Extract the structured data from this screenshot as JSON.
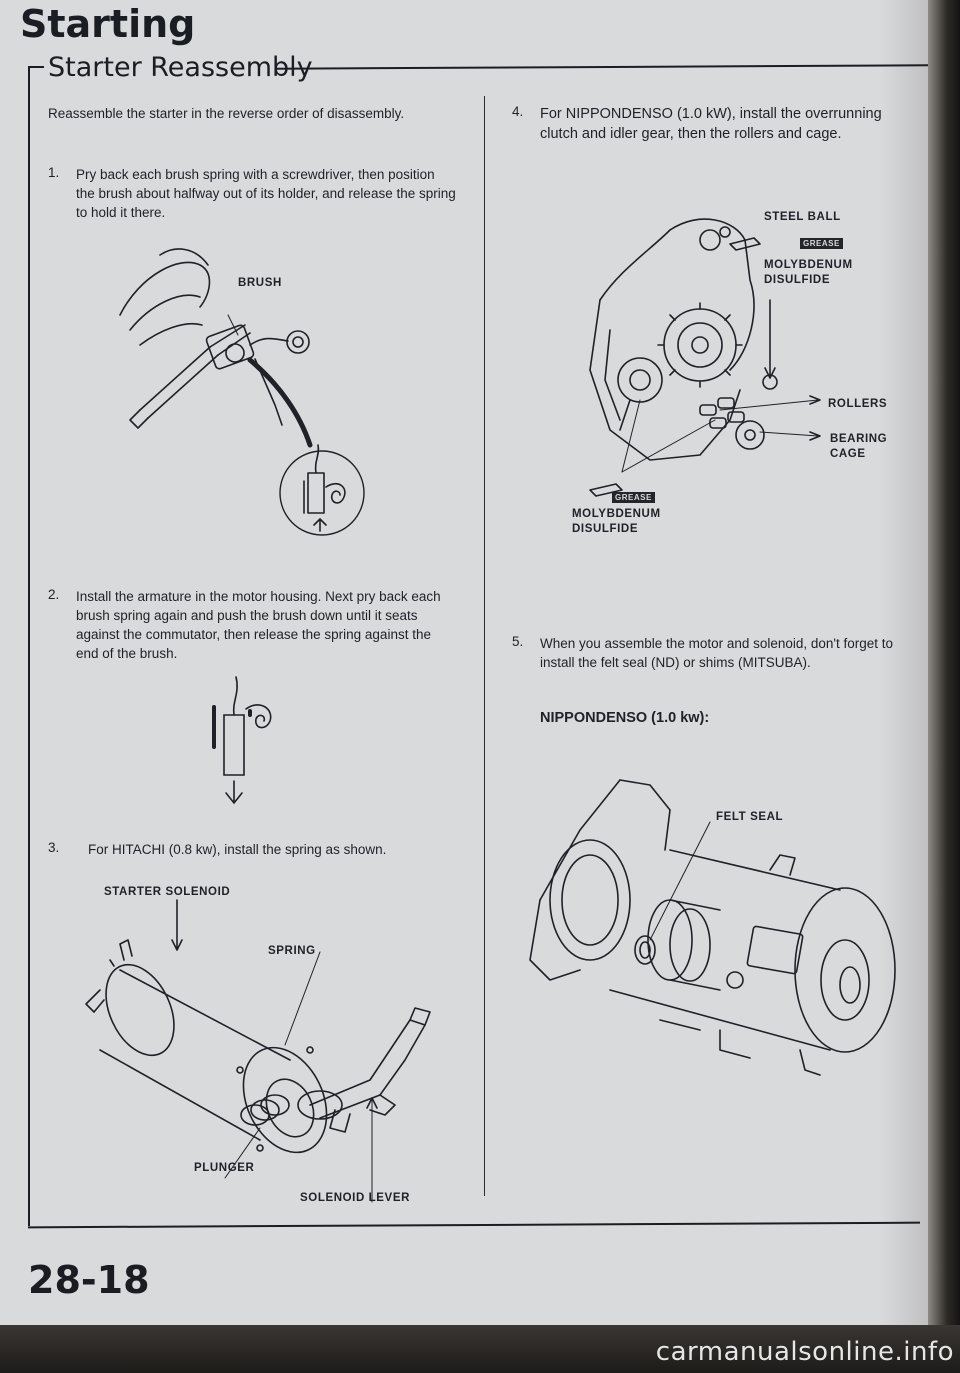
{
  "header": {
    "section": "Starting",
    "subsection": "Starter Reassembly"
  },
  "intro": "Reassemble the starter in the reverse order of disassembly.",
  "steps": [
    {
      "num": "1.",
      "text": "Pry back each brush spring with a screwdriver, then position the brush about halfway out of its holder, and release the spring to hold it there."
    },
    {
      "num": "2.",
      "text": "Install the armature in the motor housing. Next pry back each brush spring again and push the brush down until it seats against the commutator, then release the spring against the end of the brush."
    },
    {
      "num": "3.",
      "text": "For HITACHI (0.8 kw), install the spring as shown."
    },
    {
      "num": "4.",
      "text": "For NIPPONDENSO (1.0 kW), install the overrunning clutch and idler gear, then the rollers and cage."
    },
    {
      "num": "5.",
      "text": "When you assemble the motor and solenoid, don't forget to install the felt seal (ND) or shims (MITSUBA)."
    }
  ],
  "fig1": {
    "brush": "BRUSH"
  },
  "fig3": {
    "starter_solenoid": "STARTER SOLENOID",
    "spring": "SPRING",
    "plunger": "PLUNGER",
    "solenoid_lever": "SOLENOID LEVER"
  },
  "fig4": {
    "steel_ball": "STEEL BALL",
    "moly_top_1": "MOLYBDENUM",
    "moly_top_2": "DISULFIDE",
    "rollers": "ROLLERS",
    "bearing_1": "BEARING",
    "bearing_2": "CAGE",
    "moly_bottom_1": "MOLYBDENUM",
    "moly_bottom_2": "DISULFIDE",
    "grease": "GREASE"
  },
  "fig5": {
    "subheading": "NIPPONDENSO (1.0 kw):",
    "felt_seal": "FELT SEAL"
  },
  "page_number": "28-18",
  "watermark": "carmanualsonline.info"
}
